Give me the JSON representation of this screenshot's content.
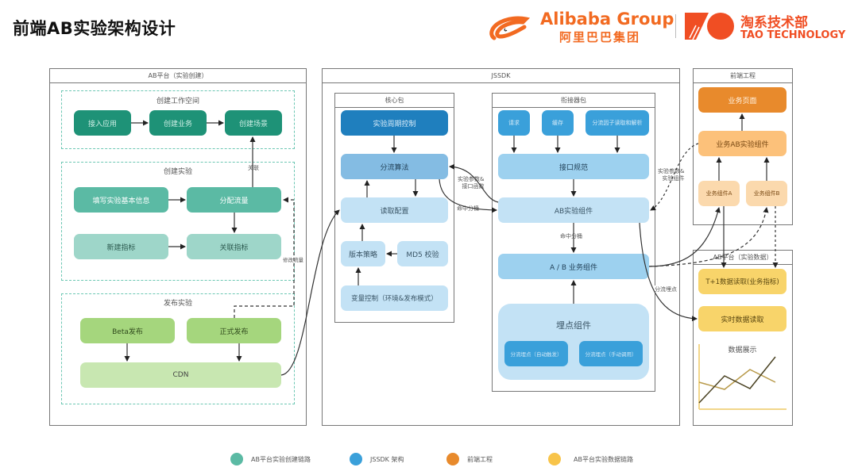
{
  "title": "前端AB实验架构设计",
  "logos": {
    "alibaba_en": "Alibaba Group",
    "alibaba_cn": "阿里巴巴集团",
    "tao_cn": "淘系技术部",
    "tao_en": "TAO TECHNOLOGY"
  },
  "colors": {
    "alibaba_orange": "#f26a21",
    "tao_red": "#f04e23",
    "creation_dark": "#1e9277",
    "creation_mid": "#5bbaa4",
    "creation_light": "#9ed6c9",
    "publish_green": "#a5d67d",
    "cdn_green": "#c8e7b1",
    "sdk_dark": "#1f7fbe",
    "sdk_mid": "#84bce3",
    "sdk_light": "#c3e2f5",
    "sdk_blue": "#3aa0da",
    "sdk_sky": "#9dd1ef",
    "fe_dark": "#e88a2c",
    "fe_mid": "#fcc17a",
    "fe_light": "#fbd9ad",
    "data_yellow": "#f8d46a"
  },
  "ab_platform": {
    "header": "AB平台（实验创建）",
    "workspace": {
      "label": "创建工作空间",
      "nodes": [
        "接入应用",
        "创建业务",
        "创建场景"
      ]
    },
    "experiment": {
      "label": "创建实验",
      "nodes": [
        "填写实验基本信息",
        "分配流量",
        "新建指标",
        "关联指标"
      ],
      "relate_label": "关联"
    },
    "publish": {
      "label": "发布实验",
      "nodes": [
        "Beta发布",
        "正式发布",
        "CDN"
      ]
    },
    "modify_traffic_label": "修改流量"
  },
  "jssdk": {
    "header": "JSSDK",
    "core": {
      "header": "核心包",
      "nodes": [
        "实验周期控制",
        "分流算法",
        "读取配置",
        "版本策略",
        "MD5 校验",
        "变量控制（环境&发布模式）"
      ]
    },
    "bridge": {
      "header": "衔接器包",
      "nodes": [
        "请求",
        "缓存",
        "分流因子读取和解析",
        "接口规范",
        "AB实验组件",
        "A / B 业务组件"
      ],
      "tracking": {
        "title": "埋点组件",
        "nodes": [
          "分流埋点（自动触发）",
          "分流埋点（手动调用）"
        ]
      }
    },
    "edge_labels": {
      "params_interface": "实验参数&\n接口函数",
      "hit_bucket": "命中分桶",
      "hit_bucket_2": "命中分桶",
      "params_component": "实验参数&\n实验组件",
      "tracking": "分流埋点"
    }
  },
  "frontend": {
    "header": "前端工程",
    "nodes": [
      "业务页面",
      "业务AB实验组件",
      "业务组件A",
      "业务组件B"
    ]
  },
  "ab_data": {
    "header": "AB平台（实验数据）",
    "nodes": [
      "T+1数据读取(业务指标)",
      "实时数据读取"
    ],
    "chart_title": "数据展示"
  },
  "legend": [
    {
      "label": "AB平台实验创建链路",
      "color": "#5bbaa4"
    },
    {
      "label": "JSSDK 架构",
      "color": "#3aa0da"
    },
    {
      "label": "前端工程",
      "color": "#e88a2c"
    },
    {
      "label": "AB平台实验数据链路",
      "color": "#f8c44a"
    }
  ]
}
